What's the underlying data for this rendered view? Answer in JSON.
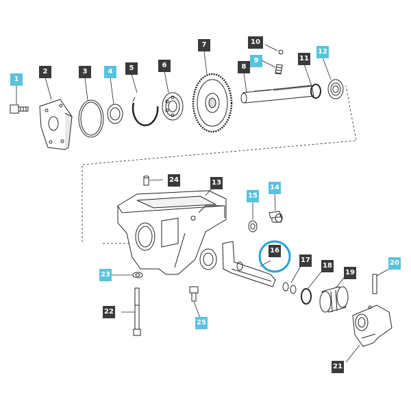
{
  "diagram": {
    "type": "exploded-parts-view",
    "colors": {
      "dark_label": "#3a3a3a",
      "highlight_label": "#58c3de",
      "focus_ring": "#2a9fd6",
      "line": "#222222"
    },
    "highlighted_part": "16",
    "parts": [
      {
        "num": "1",
        "style": "highlight"
      },
      {
        "num": "2",
        "style": "dark"
      },
      {
        "num": "3",
        "style": "dark"
      },
      {
        "num": "4",
        "style": "highlight"
      },
      {
        "num": "5",
        "style": "dark"
      },
      {
        "num": "6",
        "style": "dark"
      },
      {
        "num": "7",
        "style": "dark"
      },
      {
        "num": "8",
        "style": "dark"
      },
      {
        "num": "9",
        "style": "highlight"
      },
      {
        "num": "10",
        "style": "dark"
      },
      {
        "num": "11",
        "style": "dark"
      },
      {
        "num": "12",
        "style": "highlight"
      },
      {
        "num": "13",
        "style": "dark"
      },
      {
        "num": "14",
        "style": "highlight"
      },
      {
        "num": "15",
        "style": "highlight"
      },
      {
        "num": "16",
        "style": "dark"
      },
      {
        "num": "17",
        "style": "dark"
      },
      {
        "num": "18",
        "style": "dark"
      },
      {
        "num": "19",
        "style": "dark"
      },
      {
        "num": "20",
        "style": "highlight"
      },
      {
        "num": "21",
        "style": "dark"
      },
      {
        "num": "22",
        "style": "dark"
      },
      {
        "num": "23",
        "style": "highlight"
      },
      {
        "num": "24",
        "style": "dark"
      },
      {
        "num": "25",
        "style": "highlight"
      }
    ]
  }
}
